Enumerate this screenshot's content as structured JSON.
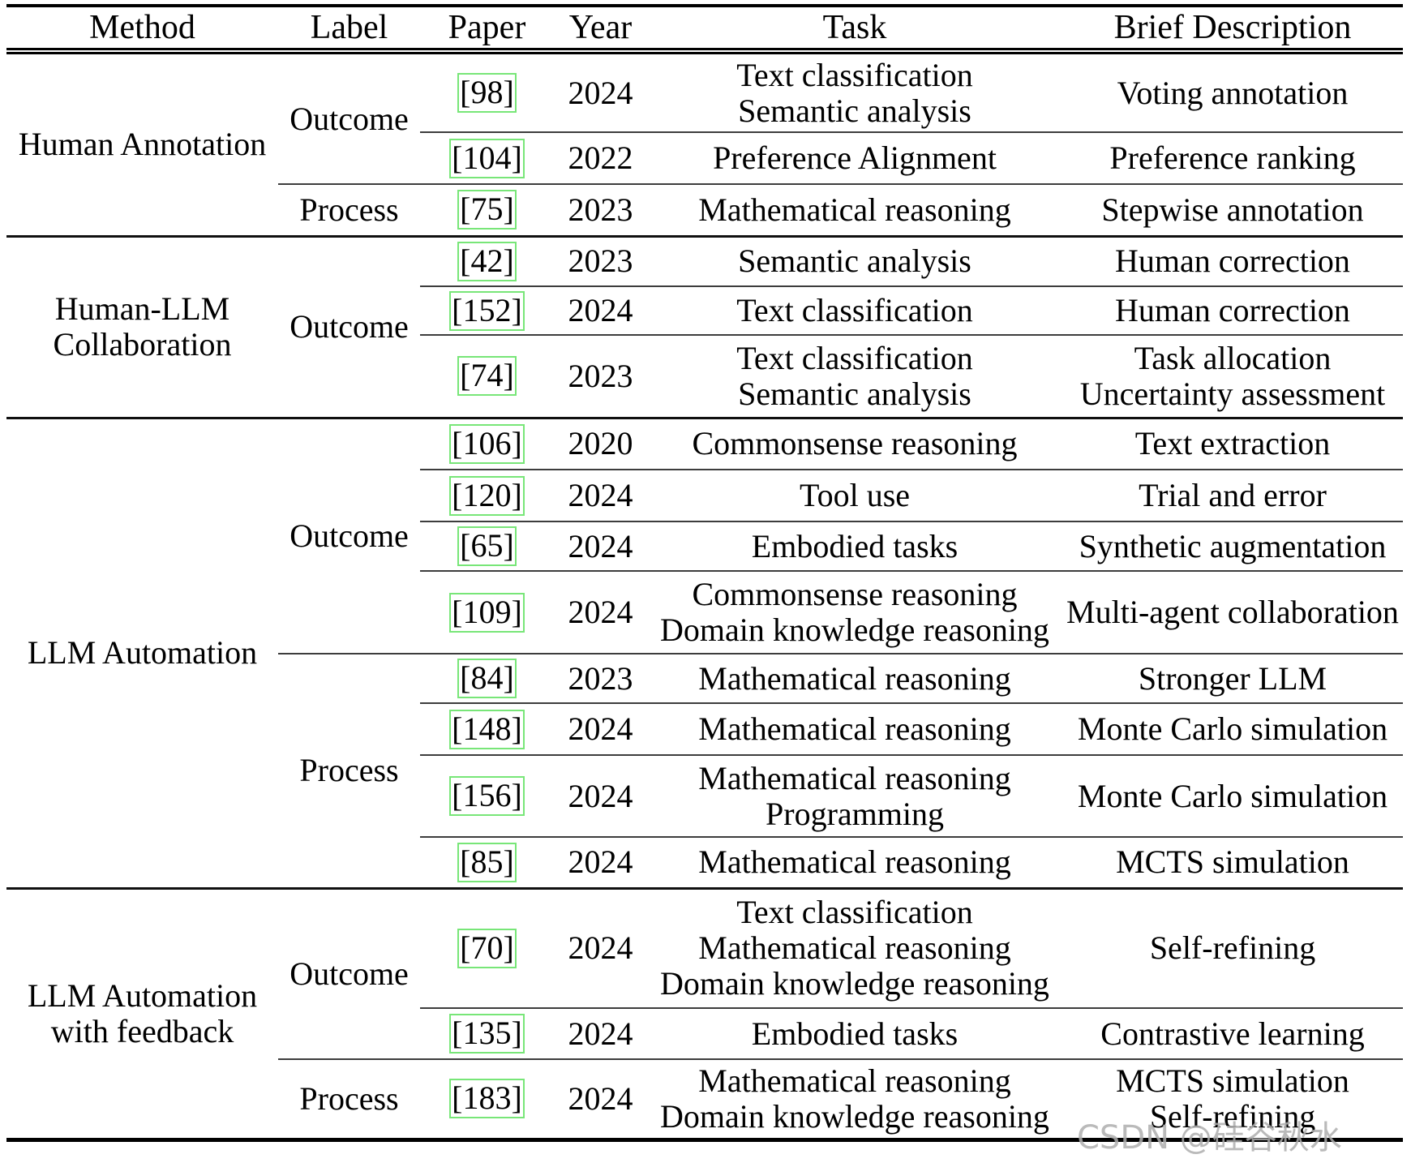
{
  "watermark": "CSDN @硅谷秋水",
  "colors": {
    "citation_box": "#78e678",
    "text": "#000000",
    "watermark_gray": "#aeaeae"
  },
  "table": {
    "headers": [
      "Method",
      "Label",
      "Paper",
      "Year",
      "Task",
      "Brief Description"
    ],
    "methods": {
      "m1": "Human Annotation",
      "m2": "Human-LLM\nCollaboration",
      "m3": "LLM Automation",
      "m4": "LLM Automation\nwith feedback"
    },
    "labels": {
      "outcome": "Outcome",
      "process": "Process"
    },
    "rows": [
      {
        "ref": "[98]",
        "year": "2024",
        "task": "Text classification\nSemantic analysis",
        "desc": "Voting annotation"
      },
      {
        "ref": "[104]",
        "year": "2022",
        "task": "Preference Alignment",
        "desc": "Preference ranking"
      },
      {
        "ref": "[75]",
        "year": "2023",
        "task": "Mathematical reasoning",
        "desc": "Stepwise annotation"
      },
      {
        "ref": "[42]",
        "year": "2023",
        "task": "Semantic analysis",
        "desc": "Human correction"
      },
      {
        "ref": "[152]",
        "year": "2024",
        "task": "Text classification",
        "desc": "Human correction"
      },
      {
        "ref": "[74]",
        "year": "2023",
        "task": "Text classification\nSemantic analysis",
        "desc": "Task allocation\nUncertainty assessment"
      },
      {
        "ref": "[106]",
        "year": "2020",
        "task": "Commonsense reasoning",
        "desc": "Text extraction"
      },
      {
        "ref": "[120]",
        "year": "2024",
        "task": "Tool use",
        "desc": "Trial and error"
      },
      {
        "ref": "[65]",
        "year": "2024",
        "task": "Embodied tasks",
        "desc": "Synthetic augmentation"
      },
      {
        "ref": "[109]",
        "year": "2024",
        "task": "Commonsense reasoning\nDomain knowledge reasoning",
        "desc": "Multi-agent collaboration"
      },
      {
        "ref": "[84]",
        "year": "2023",
        "task": "Mathematical reasoning",
        "desc": "Stronger LLM"
      },
      {
        "ref": "[148]",
        "year": "2024",
        "task": "Mathematical reasoning",
        "desc": "Monte Carlo simulation"
      },
      {
        "ref": "[156]",
        "year": "2024",
        "task": "Mathematical reasoning\nProgramming",
        "desc": "Monte Carlo simulation"
      },
      {
        "ref": "[85]",
        "year": "2024",
        "task": "Mathematical reasoning",
        "desc": "MCTS simulation"
      },
      {
        "ref": "[70]",
        "year": "2024",
        "task": "Text classification\nMathematical reasoning\nDomain knowledge reasoning",
        "desc": "Self-refining"
      },
      {
        "ref": "[135]",
        "year": "2024",
        "task": "Embodied tasks",
        "desc": "Contrastive learning"
      },
      {
        "ref": "[183]",
        "year": "2024",
        "task": "Mathematical reasoning\nDomain knowledge reasoning",
        "desc": "MCTS simulation\nSelf-refining"
      }
    ]
  }
}
